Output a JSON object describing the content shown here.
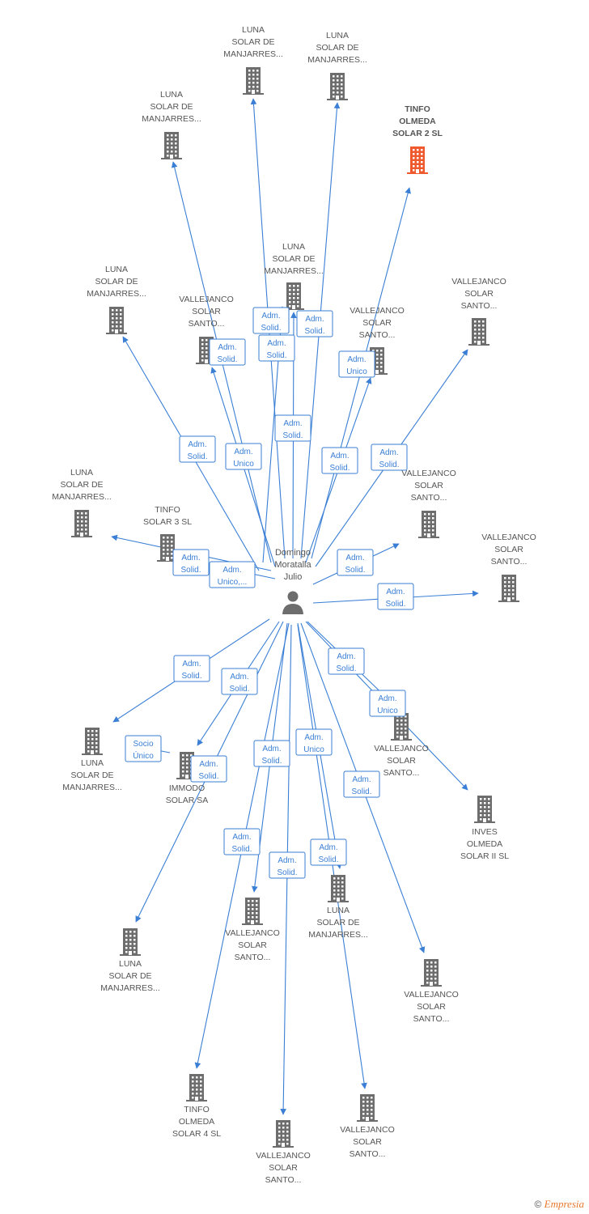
{
  "colors": {
    "edge": "#3a7fd5",
    "building": "#6d6d6d",
    "building_highlight": "#ee5a2e",
    "person": "#6d6d6d"
  },
  "center": {
    "lines": [
      "Domingo",
      "Moratalla",
      "Julio"
    ]
  },
  "nodes": [
    {
      "lines": [
        "LUNA",
        "SOLAR DE",
        "MANJARRES..."
      ]
    },
    {
      "lines": [
        "LUNA",
        "SOLAR DE",
        "MANJARRES..."
      ]
    },
    {
      "lines": [
        "LUNA",
        "SOLAR DE",
        "MANJARRES..."
      ]
    },
    {
      "lines": [
        "TINFO",
        "OLMEDA",
        "SOLAR 2 SL"
      ],
      "highlight": true
    },
    {
      "lines": [
        "LUNA",
        "SOLAR DE",
        "MANJARRES..."
      ]
    },
    {
      "lines": [
        "LUNA",
        "SOLAR DE",
        "MANJARRES..."
      ]
    },
    {
      "lines": [
        "VALLEJANCO",
        "SOLAR",
        "SANTO..."
      ]
    },
    {
      "lines": [
        "VALLEJANCO",
        "SOLAR",
        "SANTO..."
      ]
    },
    {
      "lines": [
        "VALLEJANCO",
        "SOLAR",
        "SANTO..."
      ]
    },
    {
      "lines": [
        "LUNA",
        "SOLAR DE",
        "MANJARRES..."
      ]
    },
    {
      "lines": [
        "TINFO",
        "SOLAR 3 SL"
      ]
    },
    {
      "lines": [
        "VALLEJANCO",
        "SOLAR",
        "SANTO..."
      ]
    },
    {
      "lines": [
        "VALLEJANCO",
        "SOLAR",
        "SANTO..."
      ]
    },
    {
      "lines": [
        "LUNA",
        "SOLAR DE",
        "MANJARRES..."
      ]
    },
    {
      "lines": [
        "IMMODO",
        "SOLAR SA"
      ]
    },
    {
      "lines": [
        "VALLEJANCO",
        "SOLAR",
        "SANTO..."
      ]
    },
    {
      "lines": [
        "INVES",
        "OLMEDA",
        "SOLAR II SL"
      ]
    },
    {
      "lines": [
        "LUNA",
        "SOLAR DE",
        "MANJARRES..."
      ]
    },
    {
      "lines": [
        "VALLEJANCO",
        "SOLAR",
        "SANTO..."
      ]
    },
    {
      "lines": [
        "LUNA",
        "SOLAR DE",
        "MANJARRES..."
      ]
    },
    {
      "lines": [
        "VALLEJANCO",
        "SOLAR",
        "SANTO..."
      ]
    },
    {
      "lines": [
        "TINFO",
        "OLMEDA",
        "SOLAR 4 SL"
      ]
    },
    {
      "lines": [
        "VALLEJANCO",
        "SOLAR",
        "SANTO..."
      ]
    },
    {
      "lines": [
        "VALLEJANCO",
        "SOLAR",
        "SANTO..."
      ]
    }
  ],
  "edges": [
    {
      "lines": [
        "Adm.",
        "Solid."
      ]
    },
    {
      "lines": [
        "Adm.",
        "Solid."
      ]
    },
    {
      "lines": [
        "Adm.",
        "Solid."
      ]
    },
    {
      "lines": [
        "Adm.",
        "Unico"
      ]
    },
    {
      "lines": [
        "Adm.",
        "Solid."
      ]
    },
    {
      "lines": [
        "Adm.",
        "Solid."
      ]
    },
    {
      "lines": [
        "Adm.",
        "Unico"
      ]
    },
    {
      "lines": [
        "Adm.",
        "Solid."
      ]
    },
    {
      "lines": [
        "Adm.",
        "Solid."
      ]
    },
    {
      "lines": [
        "Adm.",
        "Solid."
      ]
    },
    {
      "lines": [
        "Adm.",
        "Solid."
      ]
    },
    {
      "lines": [
        "Adm.",
        "Unico,..."
      ]
    },
    {
      "lines": [
        "Adm.",
        "Solid."
      ]
    },
    {
      "lines": [
        "Adm.",
        "Solid."
      ]
    },
    {
      "lines": [
        "Adm.",
        "Solid."
      ]
    },
    {
      "lines": [
        "Adm.",
        "Solid."
      ]
    },
    {
      "lines": [
        "Adm.",
        "Solid."
      ]
    },
    {
      "lines": [
        "Adm.",
        "Unico"
      ]
    },
    {
      "lines": [
        "Socio",
        "Único"
      ]
    },
    {
      "lines": [
        "Adm.",
        "Solid."
      ]
    },
    {
      "lines": [
        "Adm.",
        "Solid."
      ]
    },
    {
      "lines": [
        "Adm.",
        "Unico"
      ]
    },
    {
      "lines": [
        "Adm.",
        "Solid."
      ]
    },
    {
      "lines": [
        "Adm.",
        "Solid."
      ]
    },
    {
      "lines": [
        "Adm.",
        "Solid."
      ]
    },
    {
      "lines": [
        "Adm.",
        "Solid."
      ]
    }
  ],
  "footer": {
    "copyright": "©",
    "brand": "Empresia"
  }
}
